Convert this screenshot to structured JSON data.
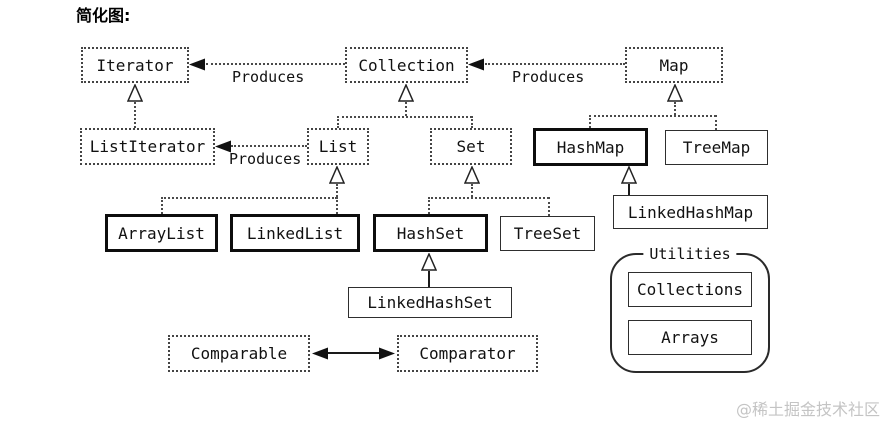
{
  "title": "简化图:",
  "watermark": "@稀土掘金技术社区",
  "colors": {
    "background": "#ffffff",
    "line": "#000000",
    "emphasized_border": "#0d0d0d",
    "watermark": "#c4c4c4"
  },
  "nodes": {
    "iterator": {
      "label": "Iterator",
      "kind": "interface"
    },
    "collection": {
      "label": "Collection",
      "kind": "interface"
    },
    "map": {
      "label": "Map",
      "kind": "interface"
    },
    "listiterator": {
      "label": "ListIterator",
      "kind": "interface"
    },
    "list": {
      "label": "List",
      "kind": "interface"
    },
    "set": {
      "label": "Set",
      "kind": "interface"
    },
    "hashmap": {
      "label": "HashMap",
      "kind": "class-emphasized"
    },
    "treemap": {
      "label": "TreeMap",
      "kind": "class"
    },
    "arraylist": {
      "label": "ArrayList",
      "kind": "class-emphasized"
    },
    "linkedlist": {
      "label": "LinkedList",
      "kind": "class-emphasized"
    },
    "hashset": {
      "label": "HashSet",
      "kind": "class-emphasized"
    },
    "treeset": {
      "label": "TreeSet",
      "kind": "class"
    },
    "linkedhashmap": {
      "label": "LinkedHashMap",
      "kind": "class"
    },
    "linkedhashset": {
      "label": "LinkedHashSet",
      "kind": "class"
    },
    "comparable": {
      "label": "Comparable",
      "kind": "interface"
    },
    "comparator": {
      "label": "Comparator",
      "kind": "interface"
    },
    "utilities": {
      "label": "Utilities",
      "kind": "group"
    },
    "collections": {
      "label": "Collections",
      "kind": "class"
    },
    "arrays": {
      "label": "Arrays",
      "kind": "class"
    }
  },
  "edges": [
    {
      "from": "Collection",
      "to": "Iterator",
      "type": "produces",
      "label": "Produces"
    },
    {
      "from": "Map",
      "to": "Collection",
      "type": "produces",
      "label": "Produces"
    },
    {
      "from": "List",
      "to": "ListIterator",
      "type": "produces",
      "label": "Produces"
    },
    {
      "from": "ListIterator",
      "to": "Iterator",
      "type": "extends"
    },
    {
      "from": "List",
      "to": "Collection",
      "type": "extends"
    },
    {
      "from": "Set",
      "to": "Collection",
      "type": "extends"
    },
    {
      "from": "HashMap",
      "to": "Map",
      "type": "extends"
    },
    {
      "from": "TreeMap",
      "to": "Map",
      "type": "extends"
    },
    {
      "from": "ArrayList",
      "to": "List",
      "type": "extends"
    },
    {
      "from": "LinkedList",
      "to": "List",
      "type": "extends"
    },
    {
      "from": "HashSet",
      "to": "Set",
      "type": "extends"
    },
    {
      "from": "TreeSet",
      "to": "Set",
      "type": "extends"
    },
    {
      "from": "LinkedHashMap",
      "to": "HashMap",
      "type": "extends"
    },
    {
      "from": "LinkedHashSet",
      "to": "HashSet",
      "type": "extends"
    },
    {
      "from": "Comparable",
      "to": "Comparator",
      "type": "association-bidirectional"
    }
  ]
}
